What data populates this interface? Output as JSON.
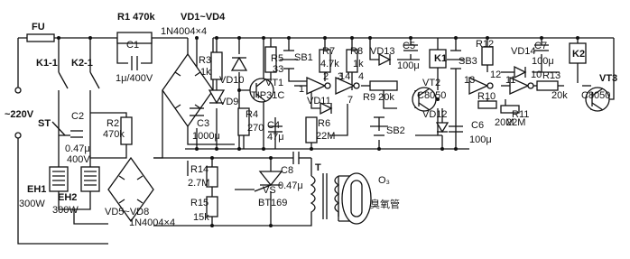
{
  "labels": {
    "fu": "FU",
    "r1": "R1 470k",
    "vd1_vd4": "VD1~VD4",
    "vd1_vd4_type": "1N4004×4",
    "c1": "C1",
    "c1_val": "1μ/400V",
    "k1": "K1-1",
    "k2": "K2-1",
    "mains": "~220V",
    "st": "ST",
    "c2": "C2",
    "c2_val1": "0.47μ",
    "c2_val2": "400V",
    "r2": "R2",
    "r2_val": "470k",
    "eh1": "EH1",
    "eh1_val": "300W",
    "eh2": "EH2",
    "eh2_val": "300W",
    "vd5_vd8": "VD5~VD8",
    "vd5_vd8_type": "1N4004×4",
    "r3": "R3",
    "r3_val": "1k",
    "vd9": "VD9",
    "c3": "C3",
    "c3_val": "1000μ",
    "vd10": "VD10",
    "vt1": "VT1",
    "vt1_type": "TIP31C",
    "r4": "R4",
    "r4_val": "270",
    "r5": "R5",
    "r5_val": "33",
    "c4": "C4",
    "c4_val": "47μ",
    "sb1": "SB1",
    "r7": "R7",
    "r7_val": "4.7k",
    "r8": "R8",
    "r8_val": "1k",
    "vd13": "VD13",
    "c5": "C5",
    "c5_val": "100μ",
    "k1_coil": "K1",
    "sb3": "SB3",
    "r12": "R12",
    "vd14": "VD14",
    "c7": "C7",
    "c7_val": "100μ",
    "k2_coil": "K2",
    "vd11": "VD11",
    "r6": "R6",
    "r6_val": "22M",
    "sb2": "SB2",
    "r9": "R9 20k",
    "vt2": "VT2",
    "vt2_type": "C8050",
    "vd12": "VD12",
    "c6": "C6",
    "c6_val": "100μ",
    "r10": "R10",
    "r10_val": "20M",
    "r11": "R11",
    "r11_val": "22M",
    "r13": "R13",
    "r13_val": "20k",
    "vt3": "VT3",
    "vt3_type": "C8050",
    "r14": "R14",
    "r14_val": "2.7M",
    "r15": "R15",
    "r15_val": "15k",
    "c8": "C8",
    "c8_val": "0.47μ",
    "vs": "VS",
    "vs_type": "BT169",
    "t": "T",
    "o3": "O₃",
    "ozone_tube": "臭氧管",
    "pin1": "1",
    "pin2": "2",
    "pin3": "3",
    "pin4": "4",
    "pin7": "7",
    "pin10": "10",
    "pin11": "11",
    "pin12": "12",
    "pin13": "13",
    "pin14": "14"
  }
}
